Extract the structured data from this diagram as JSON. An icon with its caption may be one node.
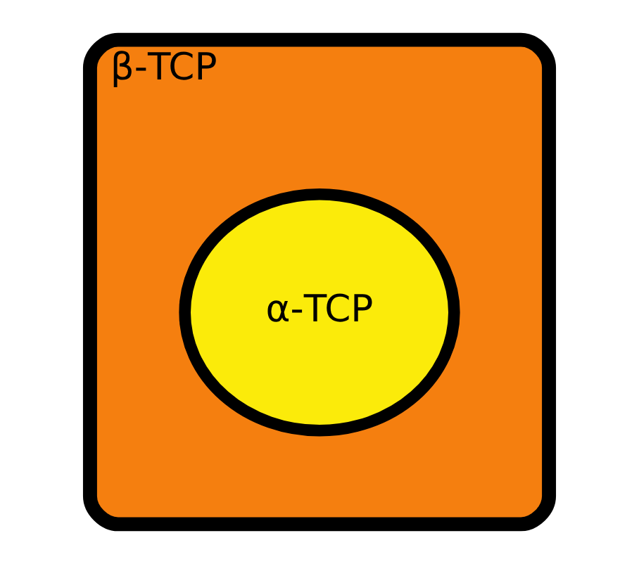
{
  "diagram": {
    "nodes": [
      {
        "text": [
          "β-TCP"
        ]
      },
      {
        "text": [
          "α-TCP"
        ],
        "in": 0
      }
    ]
  }
}
